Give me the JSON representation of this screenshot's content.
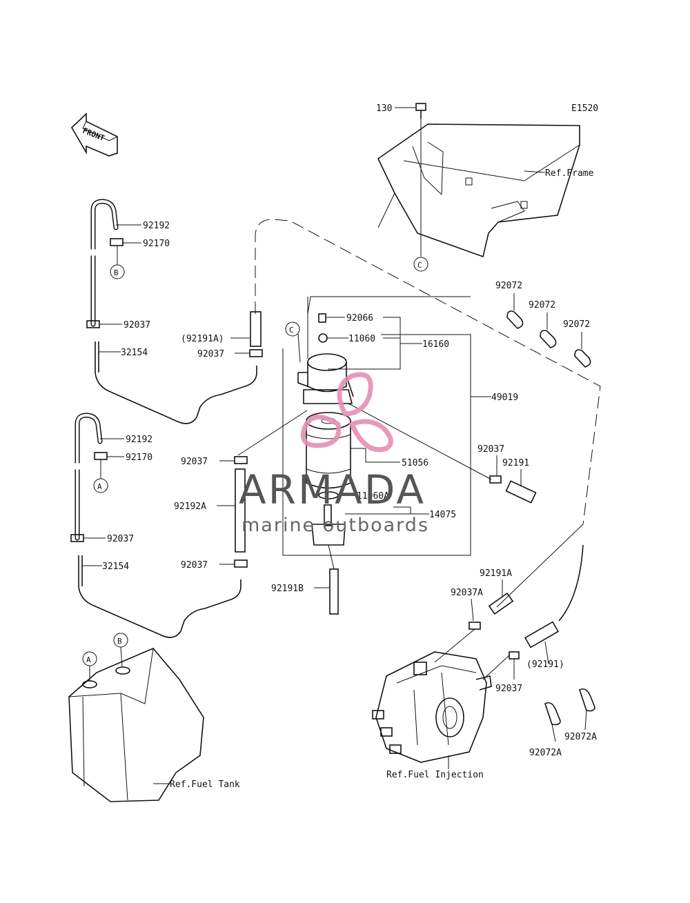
{
  "diagram_code": "E1520",
  "front_label": "FRONT",
  "watermark": {
    "brand": "ARMADA",
    "tagline": "marine outboards",
    "color": "#e58fb4"
  },
  "callouts": {
    "top_bolt": "130",
    "hose_b_upper": "92192",
    "clamp_b_upper": "92170",
    "clamp_upper_1": "92037",
    "pipe_upper": "32154",
    "hose_ref_a": "(92191A)",
    "clamp_upper_2": "92037",
    "bolt_filter": "92066",
    "washer_filter": "11060",
    "filter_assy": "16160",
    "assy_bracket": "49019",
    "hose_a_lower": "92192",
    "clamp_a_lower": "92170",
    "clamp_mid_1": "92037",
    "element": "51056",
    "hose_mid": "92192A",
    "o_ring": "11060A",
    "cup": "14075",
    "clamp_lower_1": "92037",
    "pipe_lower": "32154",
    "clamp_mid_2": "92037",
    "clamp_right": "92037",
    "hose_right": "92191",
    "hose_bottom": "92191B",
    "hose_right_a": "92191A",
    "clamp_right_a": "92037A",
    "hose_ref_right": "(92191)",
    "clamp_injection": "92037",
    "band_1": "92072",
    "band_2": "92072",
    "band_3": "92072",
    "band_a1": "92072A",
    "band_a2": "92072A"
  },
  "markers": {
    "a1": "A",
    "a2": "A",
    "b1": "B",
    "b2": "B",
    "c1": "C",
    "c2": "C"
  },
  "refs": {
    "frame": "Ref.Frame",
    "fuel_tank": "Ref.Fuel Tank",
    "fuel_injection": "Ref.Fuel Injection"
  }
}
